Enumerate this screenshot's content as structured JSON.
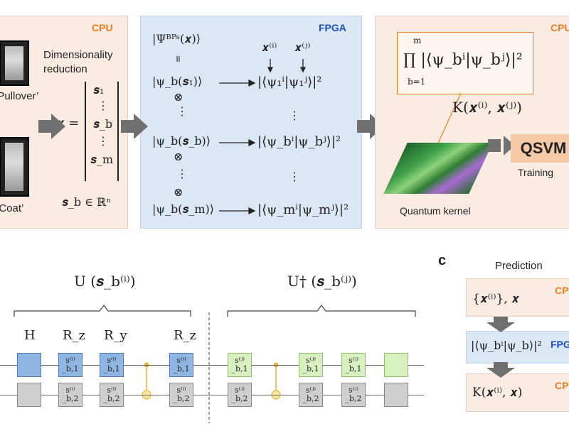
{
  "panel_b": {
    "cpu_left": {
      "tag": "CPU",
      "caption_1": "Dimensionality",
      "caption_2": "reduction",
      "img_label_top": "‘Pullover’",
      "img_label_bottom": "‘Coat’",
      "vector_eq": "𝒙 =",
      "vector_items": [
        "𝒔₁",
        "⋮",
        "𝒔_b",
        "⋮",
        "𝒔_m"
      ],
      "space": "𝒔_b ∈ ℝⁿ"
    },
    "fpga": {
      "tag": "FPGA",
      "state_full": "|Ψᴮᴾˢ(𝒙)⟩",
      "eq_sign": "॥",
      "x_i": "𝒙⁽ⁱ⁾",
      "x_j": "𝒙⁽ʲ⁾",
      "rows": [
        {
          "state": "|ψ_b(𝒔₁)⟩",
          "overlap": "|⟨ψ₁ⁱ|ψ₁ʲ⟩|²"
        },
        {
          "state": "|ψ_b(𝒔_b)⟩",
          "overlap": "|⟨ψ_bⁱ|ψ_bʲ⟩|²"
        },
        {
          "state": "|ψ_b(𝒔_m)⟩",
          "overlap": "|⟨ψ_mⁱ|ψ_mʲ⟩|²"
        }
      ],
      "tensor": "⊗",
      "vdots": "⋮"
    },
    "cpu_right": {
      "tag": "CPU",
      "product": "∏ |⟨ψ_bⁱ|ψ_bʲ⟩|²",
      "prod_upper": "m",
      "prod_lower": "b=1",
      "kernel_formula": "K(𝒙⁽ⁱ⁾, 𝒙⁽ʲ⁾)",
      "kernel_label": "Quantum kernel",
      "qsvm": "QSVM",
      "training": "Training"
    }
  },
  "panel_c_circuit": {
    "U_label": "U (𝒔_b⁽ⁱ⁾)",
    "Udag_label": "U† (𝒔_b⁽ʲ⁾)",
    "gate_headers": [
      "H",
      "R_z",
      "R_y",
      "R_z"
    ],
    "top_left_gates": [
      "",
      "s⁽ⁱ⁾_b,1",
      "s⁽ⁱ⁾_b,1",
      "s⁽ⁱ⁾_b,1"
    ],
    "bottom_left_gates": [
      "",
      "s⁽ⁱ⁾_b,2",
      "s⁽ⁱ⁾_b,2",
      "s⁽ⁱ⁾_b,2"
    ],
    "top_right_gates": [
      "s⁽ʲ⁾_b,1",
      "s⁽ʲ⁾_b,1",
      "s⁽ʲ⁾_b,1",
      ""
    ],
    "bottom_right_gates": [
      "s⁽ʲ⁾_b,2",
      "s⁽ʲ⁾_b,2",
      "s⁽ʲ⁾_b,2",
      ""
    ]
  },
  "panel_c": {
    "letter": "c",
    "title": "Prediction",
    "row1": "{𝒙⁽ⁱ⁾}, 𝒙",
    "row1_tag": "CPU",
    "row2": "|⟨ψ_bⁱ|ψ_b⟩|²",
    "row2_tag": "FPGA",
    "row3": "K(𝒙⁽ⁱ⁾, 𝒙)",
    "row3_tag": "CPU"
  },
  "colors": {
    "cpu_bg": "#fbece3",
    "fpga_bg": "#dbe7f5",
    "cpu_tag": "#e67e22",
    "fpga_tag": "#1d4fbf"
  }
}
